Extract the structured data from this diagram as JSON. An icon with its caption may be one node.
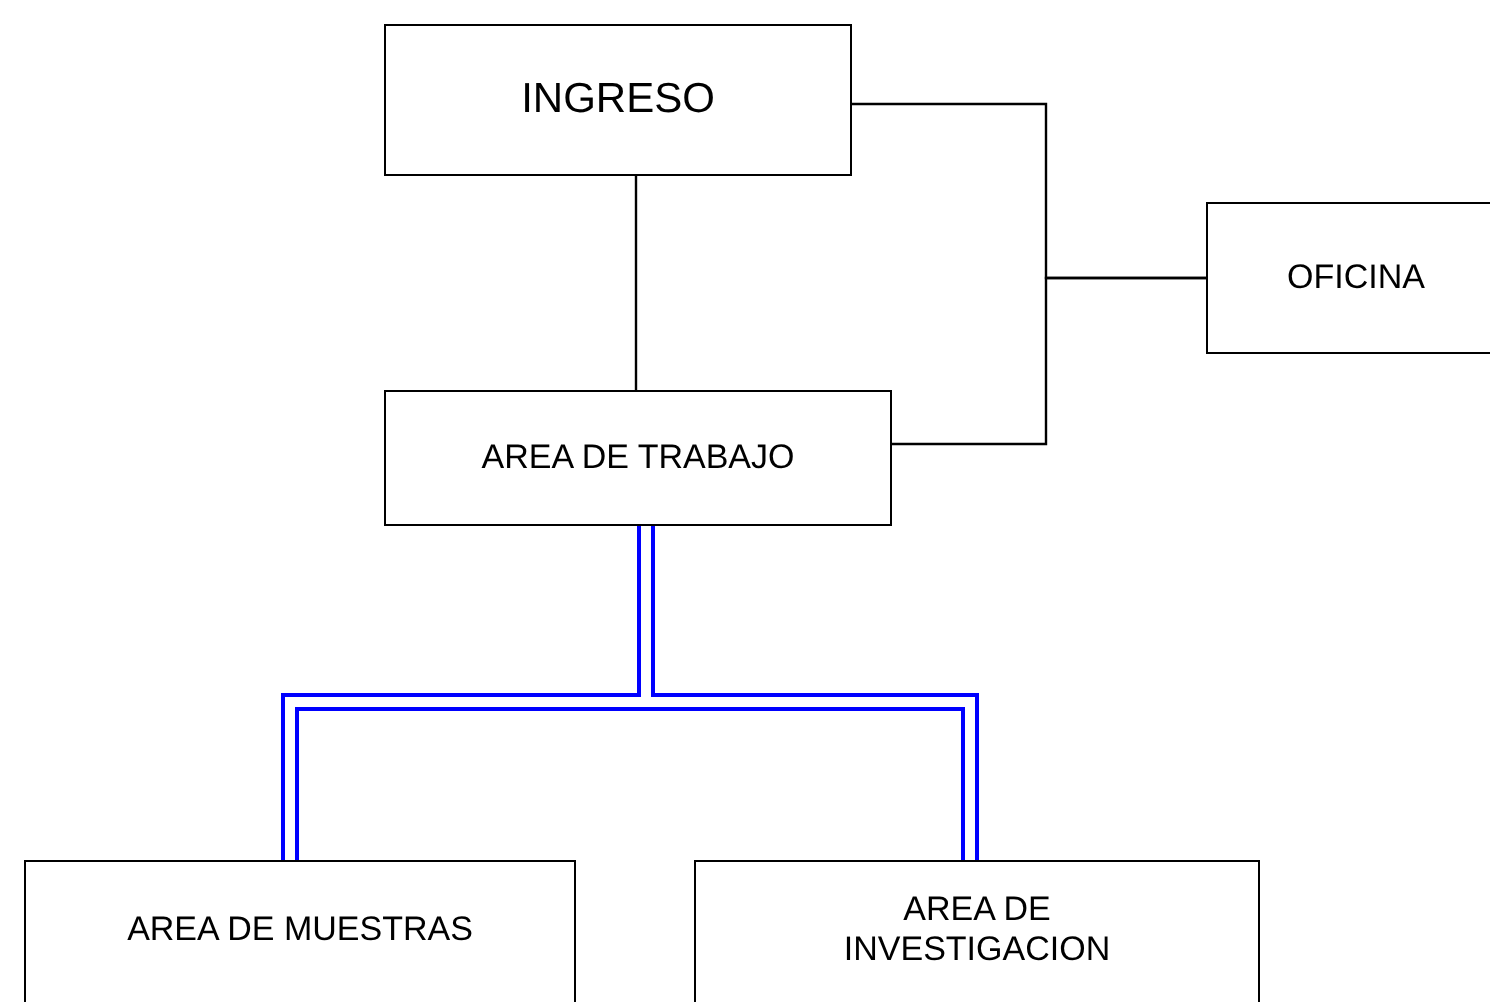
{
  "diagram": {
    "nodes": [
      {
        "text": [
          "INGRESO"
        ]
      },
      {
        "text": [
          "OFICINA"
        ]
      },
      {
        "text": [
          "AREA DE TRABAJO"
        ]
      },
      {
        "text": [
          "AREA DE MUESTRAS"
        ]
      },
      {
        "text": [
          "AREA DE INVESTIGACION"
        ]
      }
    ],
    "edges": [
      {
        "from": 0,
        "to": 2,
        "arrow": "none"
      },
      {
        "from": 0,
        "to": 1,
        "arrow": "none"
      },
      {
        "from": 2,
        "to": 1,
        "arrow": "none"
      },
      {
        "from": 2,
        "to": 3,
        "arrow": "none",
        "style": "thick",
        "color": "#0000ff"
      },
      {
        "from": 2,
        "to": 4,
        "arrow": "none",
        "style": "thick",
        "color": "#0000ff"
      }
    ]
  }
}
